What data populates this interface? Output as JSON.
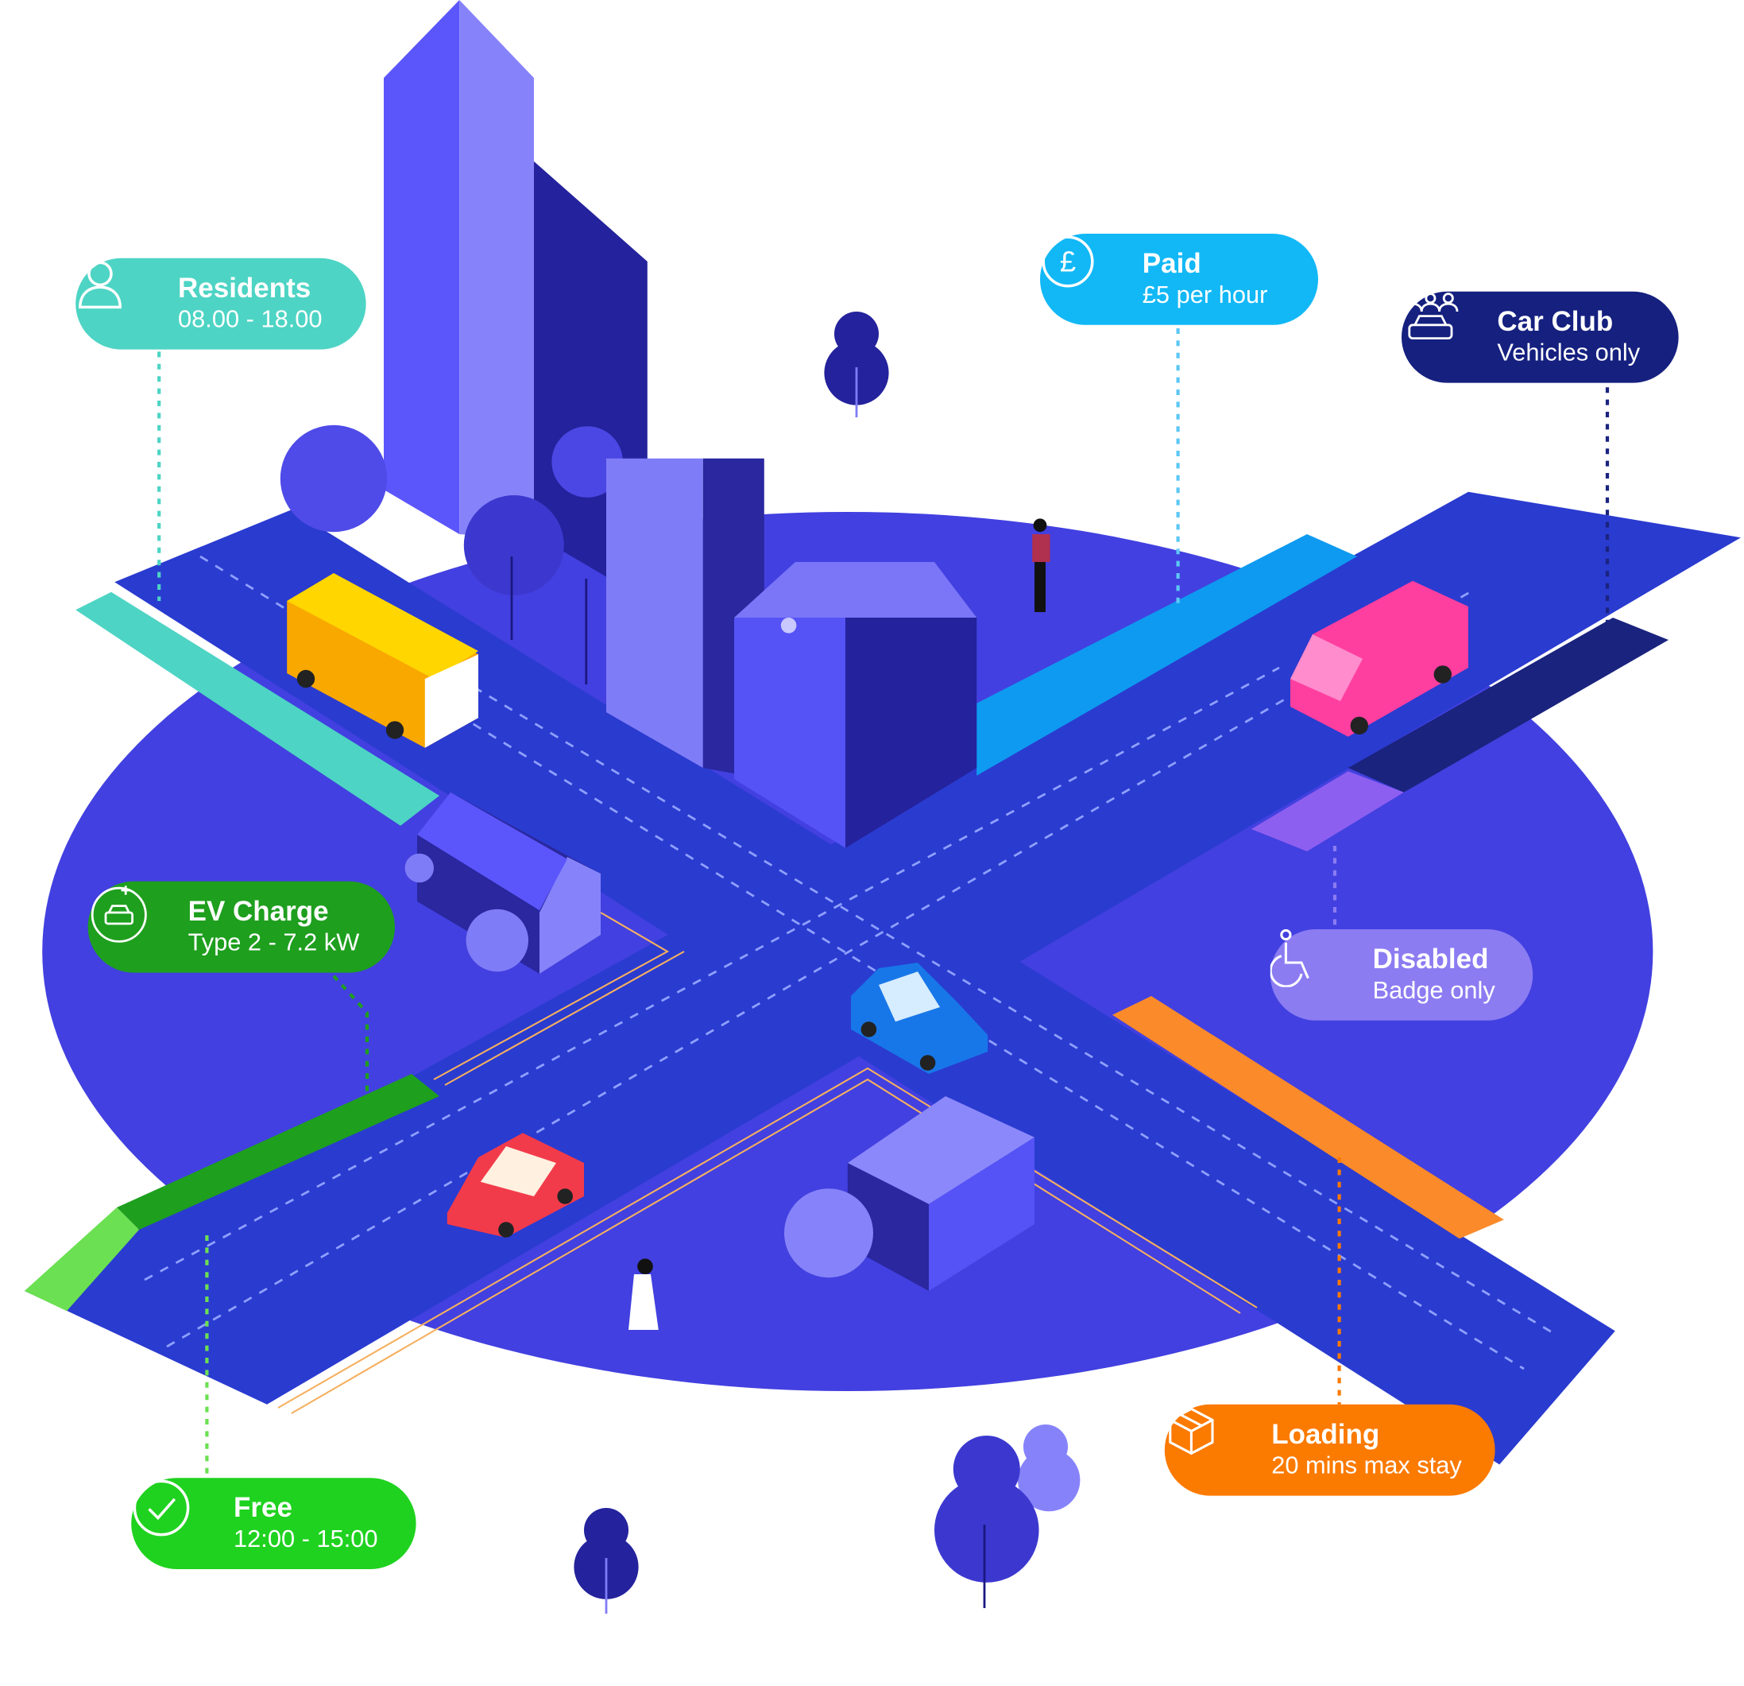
{
  "colors": {
    "ground": "#4240e0",
    "road": "#2a3bd0",
    "residents": "#4dd4c4",
    "paid": "#12b8f6",
    "car_club": "#15207f",
    "ev_charge": "#1e9f1e",
    "disabled": "#8b7cf2",
    "free": "#1fd21f",
    "loading": "#fb7a00"
  },
  "labels": {
    "residents": {
      "title": "Residents",
      "subtitle": "08.00 - 18.00",
      "icon": "person-icon"
    },
    "paid": {
      "title": "Paid",
      "subtitle": "£5 per hour",
      "icon": "pound-icon"
    },
    "car_club": {
      "title": "Car Club",
      "subtitle": "Vehicles only",
      "icon": "car-club-icon"
    },
    "ev_charge": {
      "title": "EV Charge",
      "subtitle": "Type 2 - 7.2 kW",
      "icon": "ev-plug-icon"
    },
    "disabled": {
      "title": "Disabled",
      "subtitle": "Badge only",
      "icon": "wheelchair-icon"
    },
    "free": {
      "title": "Free",
      "subtitle": "12:00 - 15:00",
      "icon": "check-icon"
    },
    "loading": {
      "title": "Loading",
      "subtitle": "20 mins max stay",
      "icon": "box-icon"
    }
  }
}
